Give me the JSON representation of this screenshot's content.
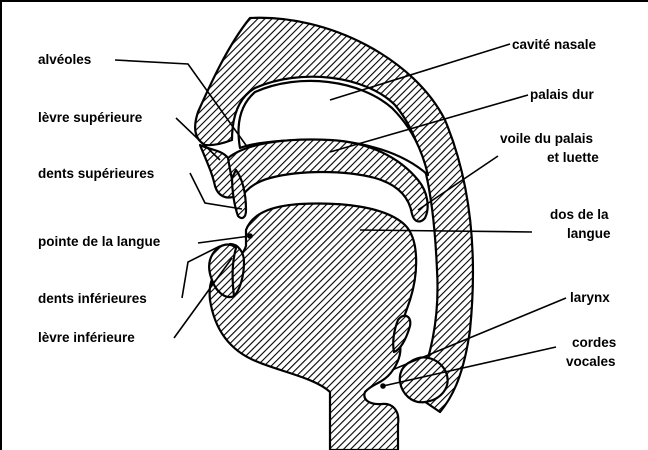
{
  "labels": {
    "cavite_nasale": "cavité nasale",
    "alveoles": "alvéoles",
    "palais_dur": "palais dur",
    "levre_superieure": "lèvre supérieure",
    "voile_line1": "voile du palais",
    "voile_line2": "et luette",
    "dents_superieures": "dents supérieures",
    "dos_line1": "dos de la",
    "dos_line2": "langue",
    "pointe_langue": "pointe de la langue",
    "larynx": "larynx",
    "dents_inferieures": "dents inférieures",
    "cordes_line1": "cordes",
    "cordes_line2": "vocales",
    "levre_inferieure": "lèvre inférieure"
  },
  "colors": {
    "ink": "#000000",
    "paper": "#ffffff"
  }
}
